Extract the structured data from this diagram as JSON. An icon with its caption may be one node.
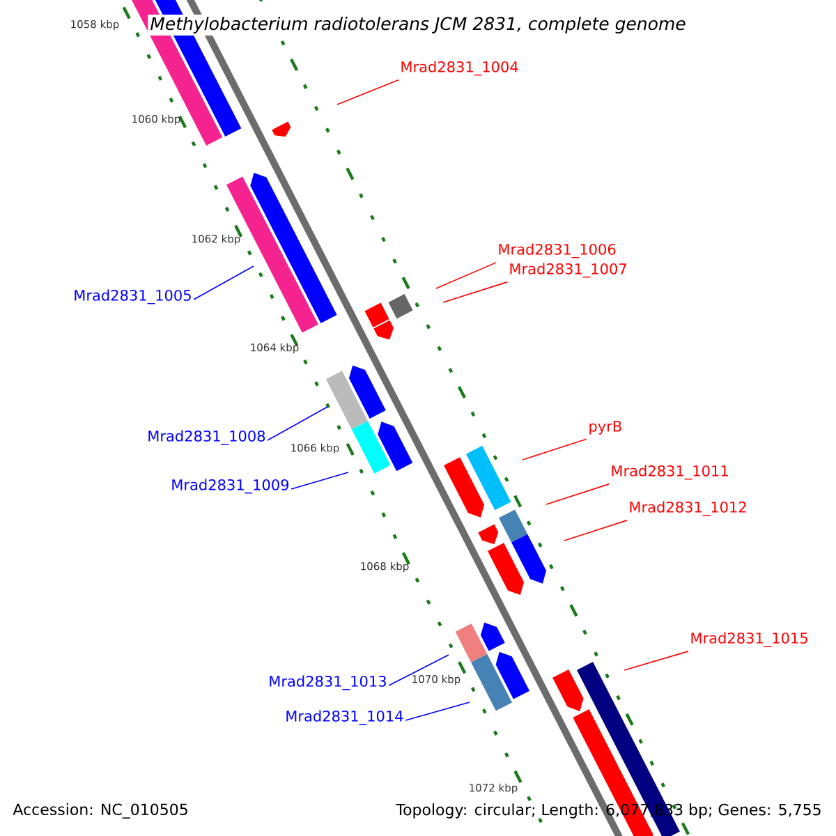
{
  "diagram": {
    "title": "Methylobacterium radiotolerans JCM 2831, complete genome",
    "nodes": [
      {
        "text": [
          "Mrad2831_1004"
        ]
      },
      {
        "text": [
          "Mrad2831_1006"
        ]
      },
      {
        "text": [
          "Mrad2831_1007"
        ]
      },
      {
        "text": [
          "Mrad2831_1005"
        ]
      },
      {
        "text": [
          "pyrB"
        ]
      },
      {
        "text": [
          "Mrad2831_1008"
        ]
      },
      {
        "text": [
          "Mrad2831_1011"
        ]
      },
      {
        "text": [
          "Mrad2831_1009"
        ]
      },
      {
        "text": [
          "Mrad2831_1012"
        ]
      },
      {
        "text": [
          "Mrad2831_1015"
        ]
      },
      {
        "text": [
          "Mrad2831_1013"
        ]
      },
      {
        "text": [
          "Mrad2831_1014"
        ]
      }
    ],
    "edges": [
      {
        "from": 0,
        "to": null,
        "arrow": "none"
      },
      {
        "from": 1,
        "to": null,
        "arrow": "none"
      },
      {
        "from": 2,
        "to": null,
        "arrow": "none"
      },
      {
        "from": 3,
        "to": null,
        "arrow": "none",
        "color": "#0000ff"
      },
      {
        "from": 4,
        "to": null,
        "arrow": "none"
      },
      {
        "from": 5,
        "to": null,
        "arrow": "none",
        "color": "#0000ff"
      },
      {
        "from": 6,
        "to": null,
        "arrow": "none"
      },
      {
        "from": 7,
        "to": null,
        "arrow": "none",
        "color": "#0000ff"
      },
      {
        "from": 8,
        "to": null,
        "arrow": "none"
      },
      {
        "from": 9,
        "to": null,
        "arrow": "none"
      },
      {
        "from": 10,
        "to": null,
        "arrow": "none",
        "color": "#0000ff"
      },
      {
        "from": 11,
        "to": null,
        "arrow": "none",
        "color": "#0000ff"
      }
    ],
    "labels": [
      "1058 kbp",
      "1060 kbp",
      "1062 kbp",
      "1064 kbp",
      "1066 kbp",
      "1068 kbp",
      "1070 kbp",
      "1072 kbp",
      "Accession: NC_010505",
      "Topology: circular; Length: 6,077,833 bp; Genes: 5,755"
    ]
  }
}
